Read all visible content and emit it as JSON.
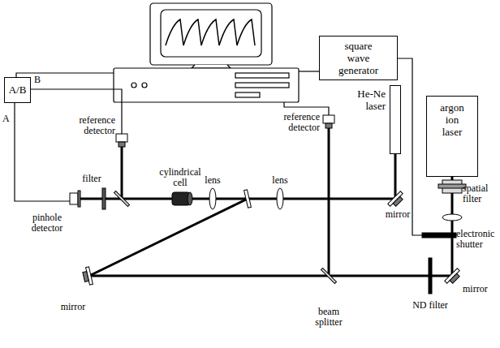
{
  "diagram": {
    "nodes": [
      {
        "text": [
          "square wave generator"
        ]
      },
      {
        "text": [
          "A/B"
        ]
      },
      {
        "text": [
          "He-Ne laser"
        ]
      },
      {
        "text": [
          "argon ion laser"
        ]
      }
    ],
    "labels": [
      "B",
      "reference detector",
      "A",
      "reference detector",
      "cylindrical cell",
      "lens",
      "lens",
      "filter",
      "spatial filter",
      "mirror",
      "pinhole detector",
      "electronic shutter",
      "mirror",
      "beam splitter",
      "ND filter",
      "mirror"
    ]
  }
}
